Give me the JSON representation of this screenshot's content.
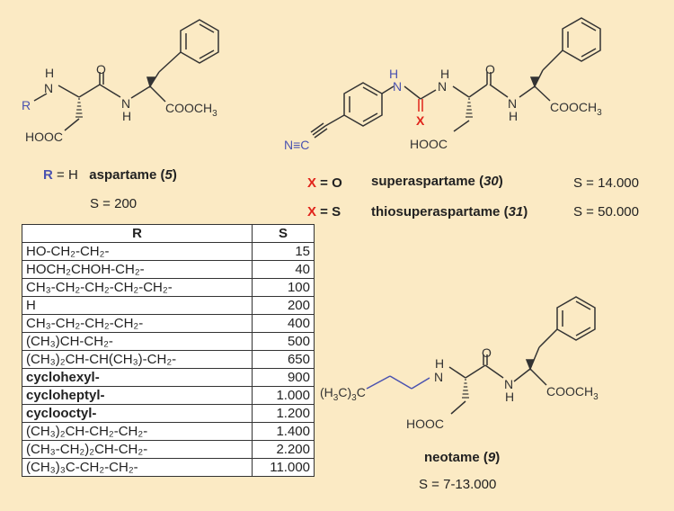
{
  "aspartame": {
    "r_prefix": "R",
    "r_def": " = H",
    "name": "aspartame",
    "num_open": "(",
    "num": "5",
    "num_close": ")",
    "s_value": "S = 200"
  },
  "superaspartame": {
    "x_sym": "X",
    "eq_o": " = O",
    "name_30": "superaspartame",
    "num_30": "30",
    "s_30": "S = 14.000",
    "eq_s": " = S",
    "name_31": "thiosuperaspartame",
    "num_31": "31",
    "s_31": "S = 50.000"
  },
  "neotame": {
    "name": "neotame",
    "num": "9",
    "s_value": "S = 7-13.000"
  },
  "atom_labels": {
    "H": "H",
    "N": "N",
    "O": "O",
    "R": "R",
    "X": "X",
    "HOOC": "HOOC",
    "COOCH3_main": "COOCH",
    "sub3": "3",
    "nitrile": "N≡C",
    "tbu_main": "(H",
    "tbu_c": "C)",
    "tbu_c2": "C"
  },
  "table": {
    "headers": [
      "R",
      "S"
    ],
    "rows": [
      {
        "r": "HO-CH₂-CH₂-",
        "s": "15",
        "bold": false
      },
      {
        "r": "HOCH₂CHOH-CH₂-",
        "s": "40",
        "bold": false
      },
      {
        "r": "CH₃-CH₂-CH₂-CH₂-CH₂-",
        "s": "100",
        "bold": false
      },
      {
        "r": "H",
        "s": "200",
        "bold": false
      },
      {
        "r": "CH₃-CH₂-CH₂-CH₂-",
        "s": "400",
        "bold": false
      },
      {
        "r": "(CH₃)CH-CH₂-",
        "s": "500",
        "bold": false
      },
      {
        "r": "(CH₃)₂CH-CH(CH₃)-CH₂-",
        "s": "650",
        "bold": false
      },
      {
        "r": "cyclohexyl-",
        "s": "900",
        "bold": true
      },
      {
        "r": "cycloheptyl-",
        "s": "1.000",
        "bold": true
      },
      {
        "r": "cyclooctyl-",
        "s": "1.200",
        "bold": true
      },
      {
        "r": "(CH₃)₂CH-CH₂-CH₂-",
        "s": "1.400",
        "bold": false
      },
      {
        "r": "(CH₃-CH₂)₂CH-CH₂-",
        "s": "2.200",
        "bold": false
      },
      {
        "r": "(CH₃)₃C-CH₂-CH₂-",
        "s": "11.000",
        "bold": false
      }
    ]
  },
  "colors": {
    "background": "#fbeac4",
    "r_group_blue": "#4a52b0",
    "x_red": "#e0241b",
    "bond": "#333333"
  }
}
